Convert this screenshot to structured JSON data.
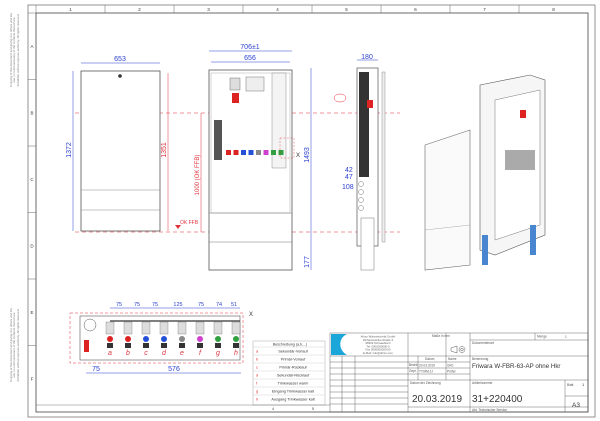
{
  "sheet": {
    "columns": [
      "1",
      "2",
      "3",
      "4",
      "5",
      "6",
      "7",
      "8"
    ],
    "rows": [
      "A",
      "B",
      "C",
      "D",
      "E",
      "F"
    ],
    "copyright_note": "Copying of this document and giving it to others and the use or communication of the contents thereof are forbidden without express authority. All rights reserved."
  },
  "front_view": {
    "width_dim": "653",
    "height_dim": "1372",
    "inner_height_dim": "1351",
    "floor_label": "OK FFB",
    "floor_height_dim": "1000 (OK FFB)"
  },
  "open_view": {
    "outer_width_dim": "706±1",
    "inner_width_dim": "656",
    "height_dim": "1493",
    "foot_dim": "177",
    "section_marker": "X"
  },
  "side_view": {
    "depth_dim": "180",
    "dims": [
      "42",
      "47",
      "108"
    ]
  },
  "detail_view": {
    "section_marker": "X",
    "spacings": [
      "75",
      "75",
      "75",
      "125",
      "75",
      "74",
      "51"
    ],
    "offset_dim": "75",
    "total_dim": "576",
    "port_labels": [
      "a",
      "b",
      "c",
      "d",
      "e",
      "f",
      "g",
      "h"
    ]
  },
  "legend": {
    "header": "Beschreibung (a,b,...)",
    "items": [
      {
        "key": "a",
        "label": "Sekundär-Vorlauf"
      },
      {
        "key": "b",
        "label": "Primär-Vorlauf"
      },
      {
        "key": "c",
        "label": "Primär-Rücklauf"
      },
      {
        "key": "d",
        "label": "Sekundär-Rücklauf"
      },
      {
        "key": "f",
        "label": "Trinkwasser warm"
      },
      {
        "key": "g",
        "label": "Eingang Trinkwasser kalt"
      },
      {
        "key": "h",
        "label": "Ausgang Trinkwasser kalt"
      }
    ],
    "footer_cols": [
      "4",
      "5"
    ]
  },
  "title_block": {
    "company_lines": [
      "Afriso Wärmetechnik GmbH",
      "Richard-Hanke-Straße 6",
      "98909 Schwaebisch",
      "Tel. 0000000000-0",
      "Fax 0000000000-00",
      "E-Mail: info@afriso.com"
    ],
    "scale_label": "Maße in mm",
    "quantity_label": "Menge",
    "quantity": "1",
    "doc_type_label": "Dokumentenart",
    "date_label": "Datum",
    "name_label": "Name",
    "drawn_label": "Bearb.",
    "drawn_date": "20.03.2019",
    "drawn_name": "GRJ",
    "checked_label": "Gepr.",
    "checked_date": "TT.MM.JJ",
    "checked_name": "Prüfer",
    "designation_label": "Benennung",
    "designation": "Friwara W-FBR-63-AP ohne Hkr",
    "drawing_date_label": "Datum der Zeichnung",
    "drawing_date": "20.03.2019",
    "article_label": "Artikelnummer",
    "article_number": "31+220400",
    "sheet_label": "Blatt",
    "sheet_number": "1",
    "format": "A3",
    "department": "Abt. Technischer Service"
  },
  "colors": {
    "dimension": "#2a3fd0",
    "reference": "#e0303a",
    "frame": "#444444"
  }
}
